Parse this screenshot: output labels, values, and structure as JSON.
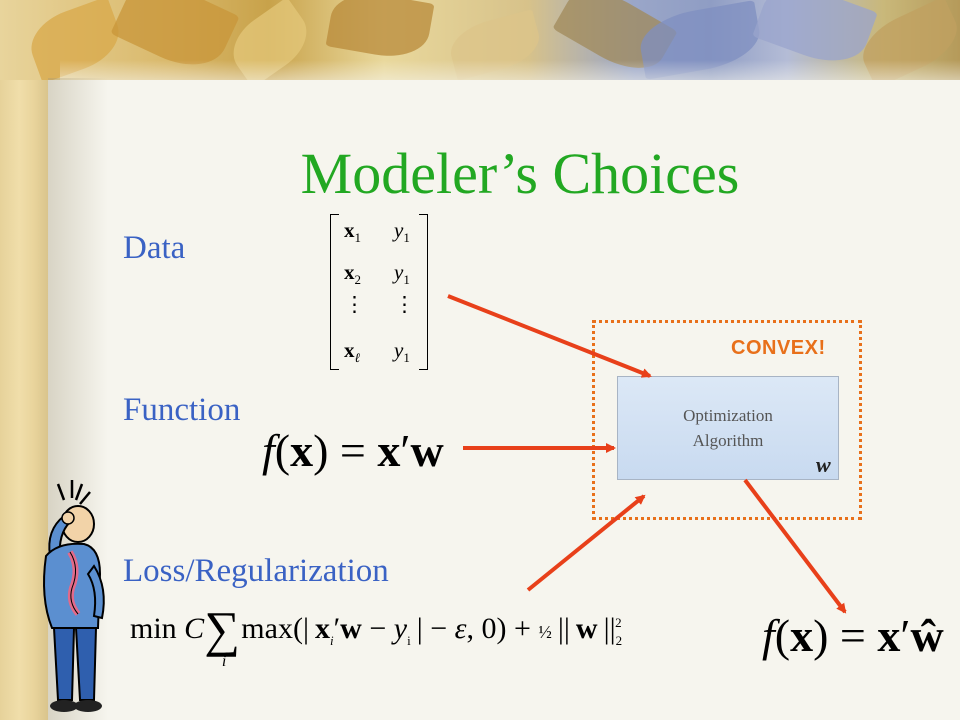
{
  "slide": {
    "title": "Modeler’s Choices",
    "labels": {
      "data": "Data",
      "function": "Function",
      "loss": "Loss/Regularization"
    }
  },
  "matrix": {
    "rows": [
      {
        "x": "x",
        "x_sub": "1",
        "y": "y",
        "y_sub": "1"
      },
      {
        "x": "x",
        "x_sub": "2",
        "y": "y",
        "y_sub": "1"
      },
      {
        "x": "⋮",
        "x_sub": "",
        "y": "⋮",
        "y_sub": ""
      },
      {
        "x": "x",
        "x_sub": "ℓ",
        "y": "y",
        "y_sub": "1"
      }
    ]
  },
  "optimization": {
    "convex_label": "CONVEX!",
    "box_line1": "Optimization",
    "box_line2": "Algorithm",
    "output_symbol": "w"
  },
  "colors": {
    "title": "#22a822",
    "labels": "#3a62c4",
    "arrows": "#e8401a",
    "convex": "#e8701a"
  },
  "icons": [
    "person-scratching-head-icon"
  ]
}
